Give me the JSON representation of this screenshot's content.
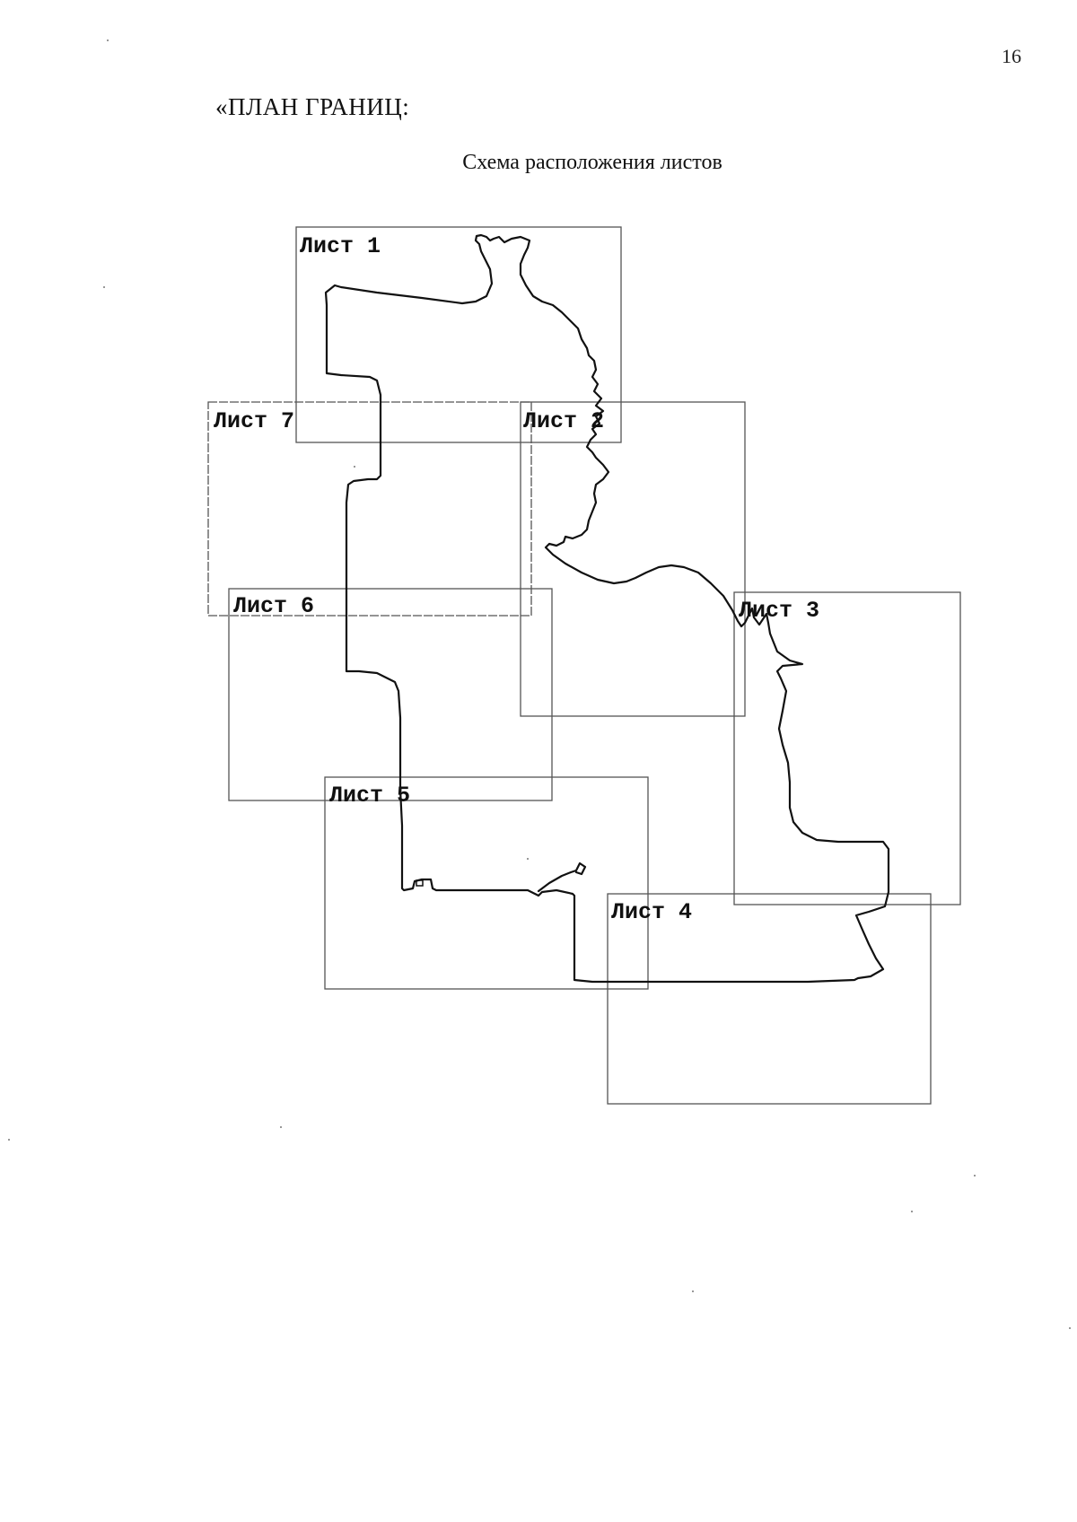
{
  "page_number": "16",
  "heading": "«ПЛАН ГРАНИЦ:",
  "subtitle": "Схема расположения листов",
  "sheets": [
    {
      "label": "Лист 1"
    },
    {
      "label": "Лист 2"
    },
    {
      "label": "Лист 3"
    },
    {
      "label": "Лист 4"
    },
    {
      "label": "Лист 5"
    },
    {
      "label": "Лист 6"
    },
    {
      "label": "Лист 7"
    }
  ]
}
